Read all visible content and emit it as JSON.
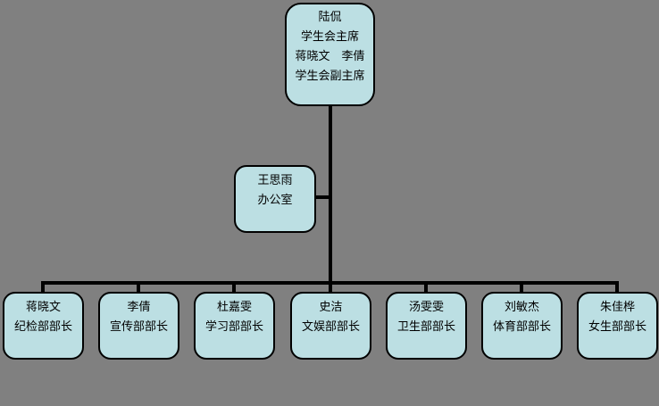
{
  "colors": {
    "background": "#808080",
    "node_fill": "#bcdfe3",
    "node_border": "#000000",
    "connector": "#000000",
    "text": "#000000"
  },
  "org_chart": {
    "type": "organization-chart",
    "chairman": {
      "lines": [
        "陆侃",
        "学生会主席",
        "蒋晓文　李倩",
        "学生会副主席"
      ]
    },
    "office": {
      "name": "王思雨",
      "title": "办公室"
    },
    "departments": [
      {
        "name": "蒋晓文",
        "title": "纪检部部长"
      },
      {
        "name": "李倩",
        "title": "宣传部部长"
      },
      {
        "name": "杜嘉雯",
        "title": "学习部部长"
      },
      {
        "name": "史洁",
        "title": "文娱部部长"
      },
      {
        "name": "汤雯雯",
        "title": "卫生部部长"
      },
      {
        "name": "刘敏杰",
        "title": "体育部部长"
      },
      {
        "name": "朱佳桦",
        "title": "女生部部长"
      }
    ]
  }
}
